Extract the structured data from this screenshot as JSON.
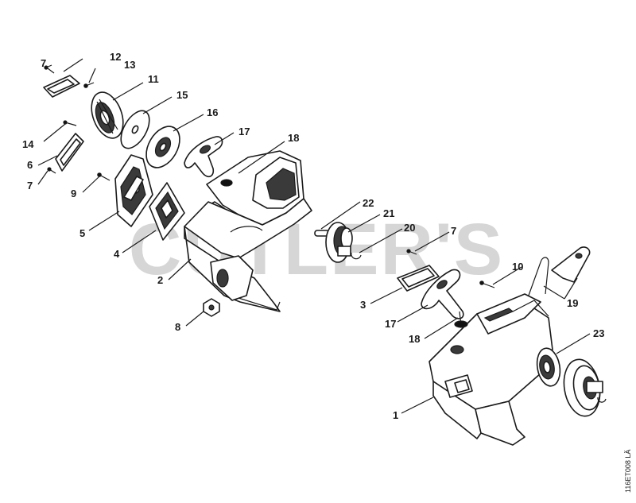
{
  "watermark": "CUTLER'S",
  "drawing_code": "116ET008 LÄ",
  "callouts": {
    "c1": "1",
    "c2": "2",
    "c3": "3",
    "c4": "4",
    "c5": "5",
    "c6": "6",
    "c7a": "7",
    "c7b": "7",
    "c7c": "7",
    "c8": "8",
    "c9": "9",
    "c10": "10",
    "c11": "11",
    "c12": "12",
    "c13": "13",
    "c14": "14",
    "c15": "15",
    "c16": "16",
    "c17a": "17",
    "c17b": "17",
    "c18a": "18",
    "c18b": "18",
    "c19": "19",
    "c20": "20",
    "c21": "21",
    "c22": "22",
    "c23": "23"
  }
}
